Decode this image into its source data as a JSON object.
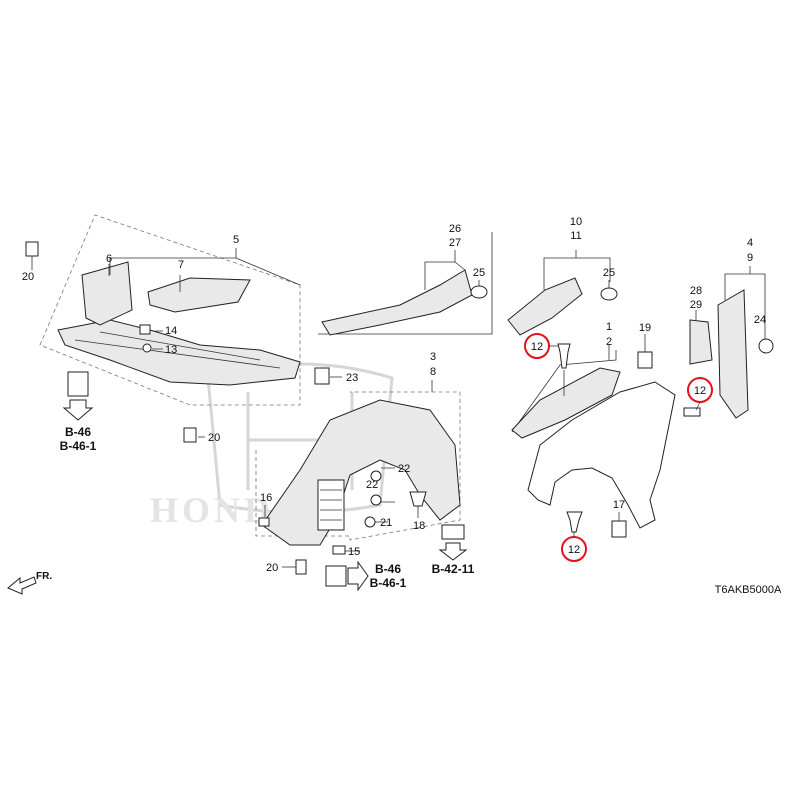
{
  "diagram": {
    "part_numbers": {
      "p1": "1",
      "p2": "2",
      "p3": "3",
      "p4": "4",
      "p5": "5",
      "p6": "6",
      "p7": "7",
      "p8": "8",
      "p9": "9",
      "p10": "10",
      "p11": "11",
      "p12": "12",
      "p13": "13",
      "p14": "14",
      "p15": "15",
      "p16": "16",
      "p17": "17",
      "p18": "18",
      "p19": "19",
      "p20": "20",
      "p21": "21",
      "p22": "22",
      "p23": "23",
      "p24": "24",
      "p25": "25",
      "p26": "26",
      "p27": "27",
      "p28": "28",
      "p29": "29"
    },
    "section_refs": {
      "b46": "B-46",
      "b46_1": "B-46-1",
      "b42_11": "B-42-11"
    },
    "direction_label": "FR.",
    "diagram_code": "T6AKB5000A",
    "watermark_text": "HONDA",
    "highlight_color": "#e0121b"
  }
}
